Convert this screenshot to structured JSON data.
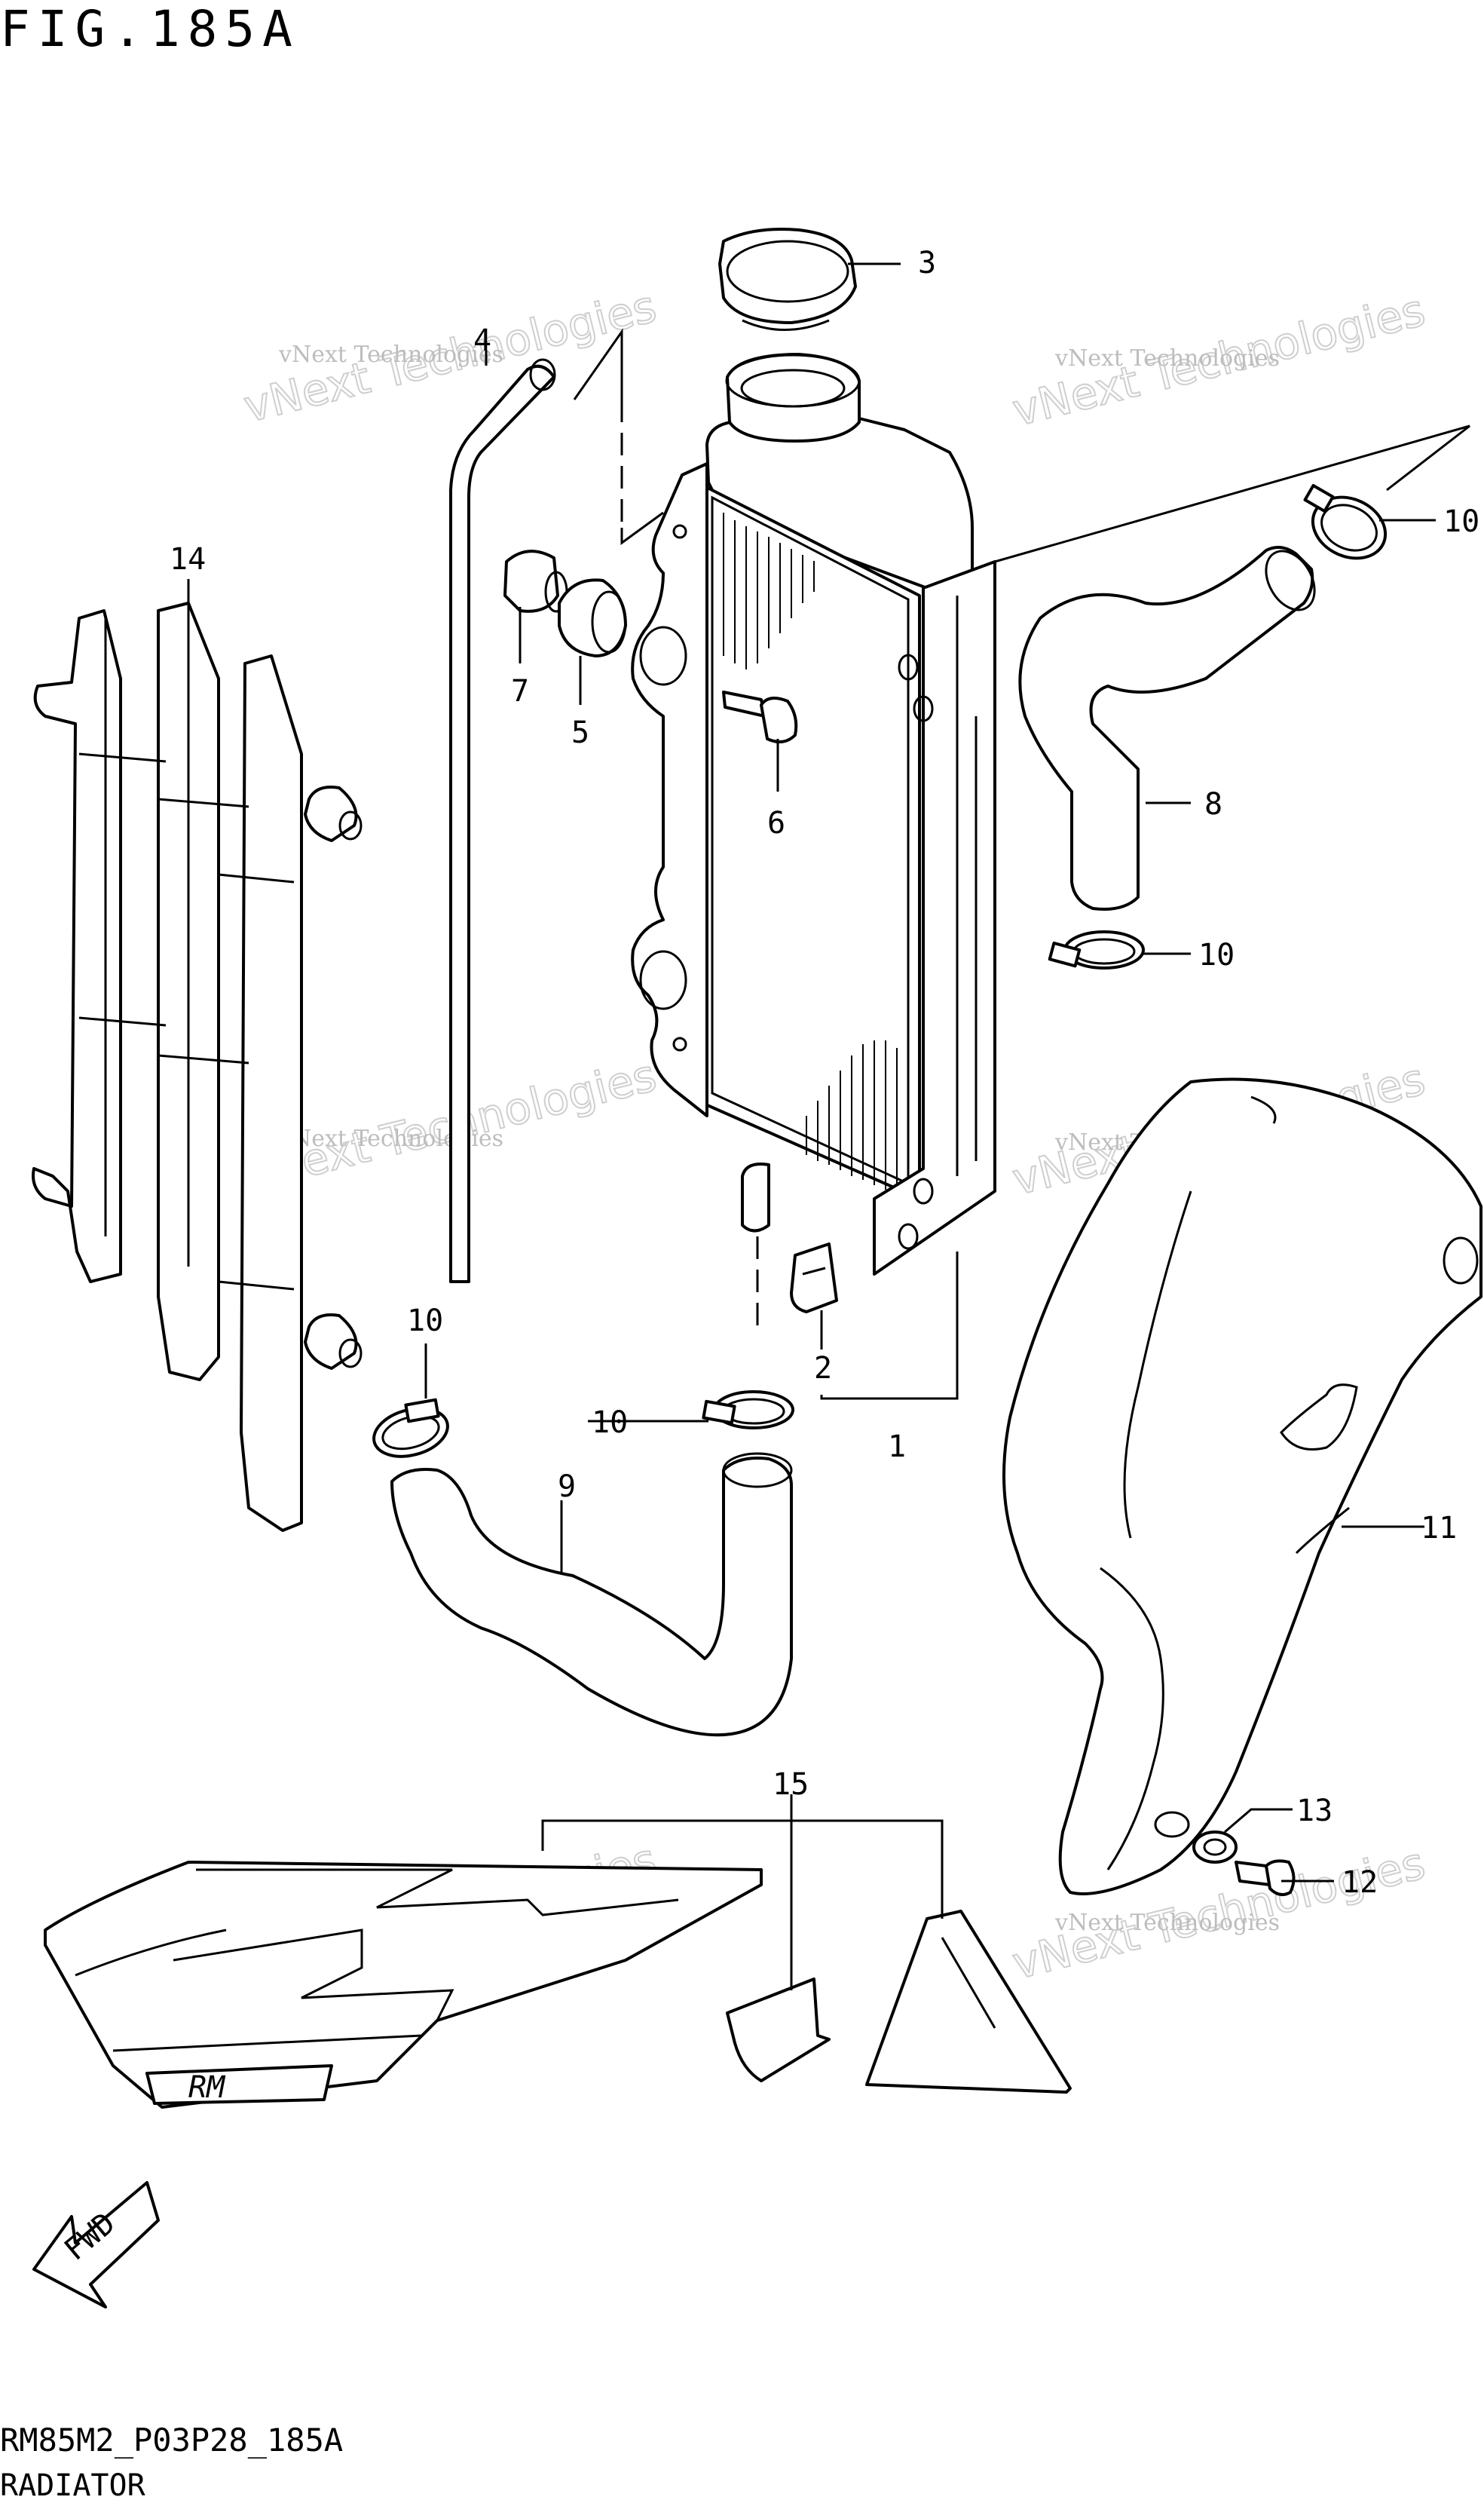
{
  "figure": {
    "title": "FIG.185A",
    "code": "RM85M2_P03P28_185A",
    "name": "RADIATOR"
  },
  "watermark": {
    "small_text": "vNext Technologies",
    "large_text": "vNext Technologies"
  },
  "callouts": {
    "p1": "1",
    "p2": "2",
    "p3": "3",
    "p4": "4",
    "p5": "5",
    "p6": "6",
    "p7": "7",
    "p8": "8",
    "p9": "9",
    "p10a": "10",
    "p10b": "10",
    "p10c": "10",
    "p10d": "10",
    "p11": "11",
    "p12": "12",
    "p13": "13",
    "p14": "14",
    "p15": "15"
  },
  "shroud_logo": "RM",
  "fwd_arrow_label": "FWD",
  "colors": {
    "line": "#000000",
    "background": "#ffffff",
    "watermark": "#bdbdbd"
  }
}
